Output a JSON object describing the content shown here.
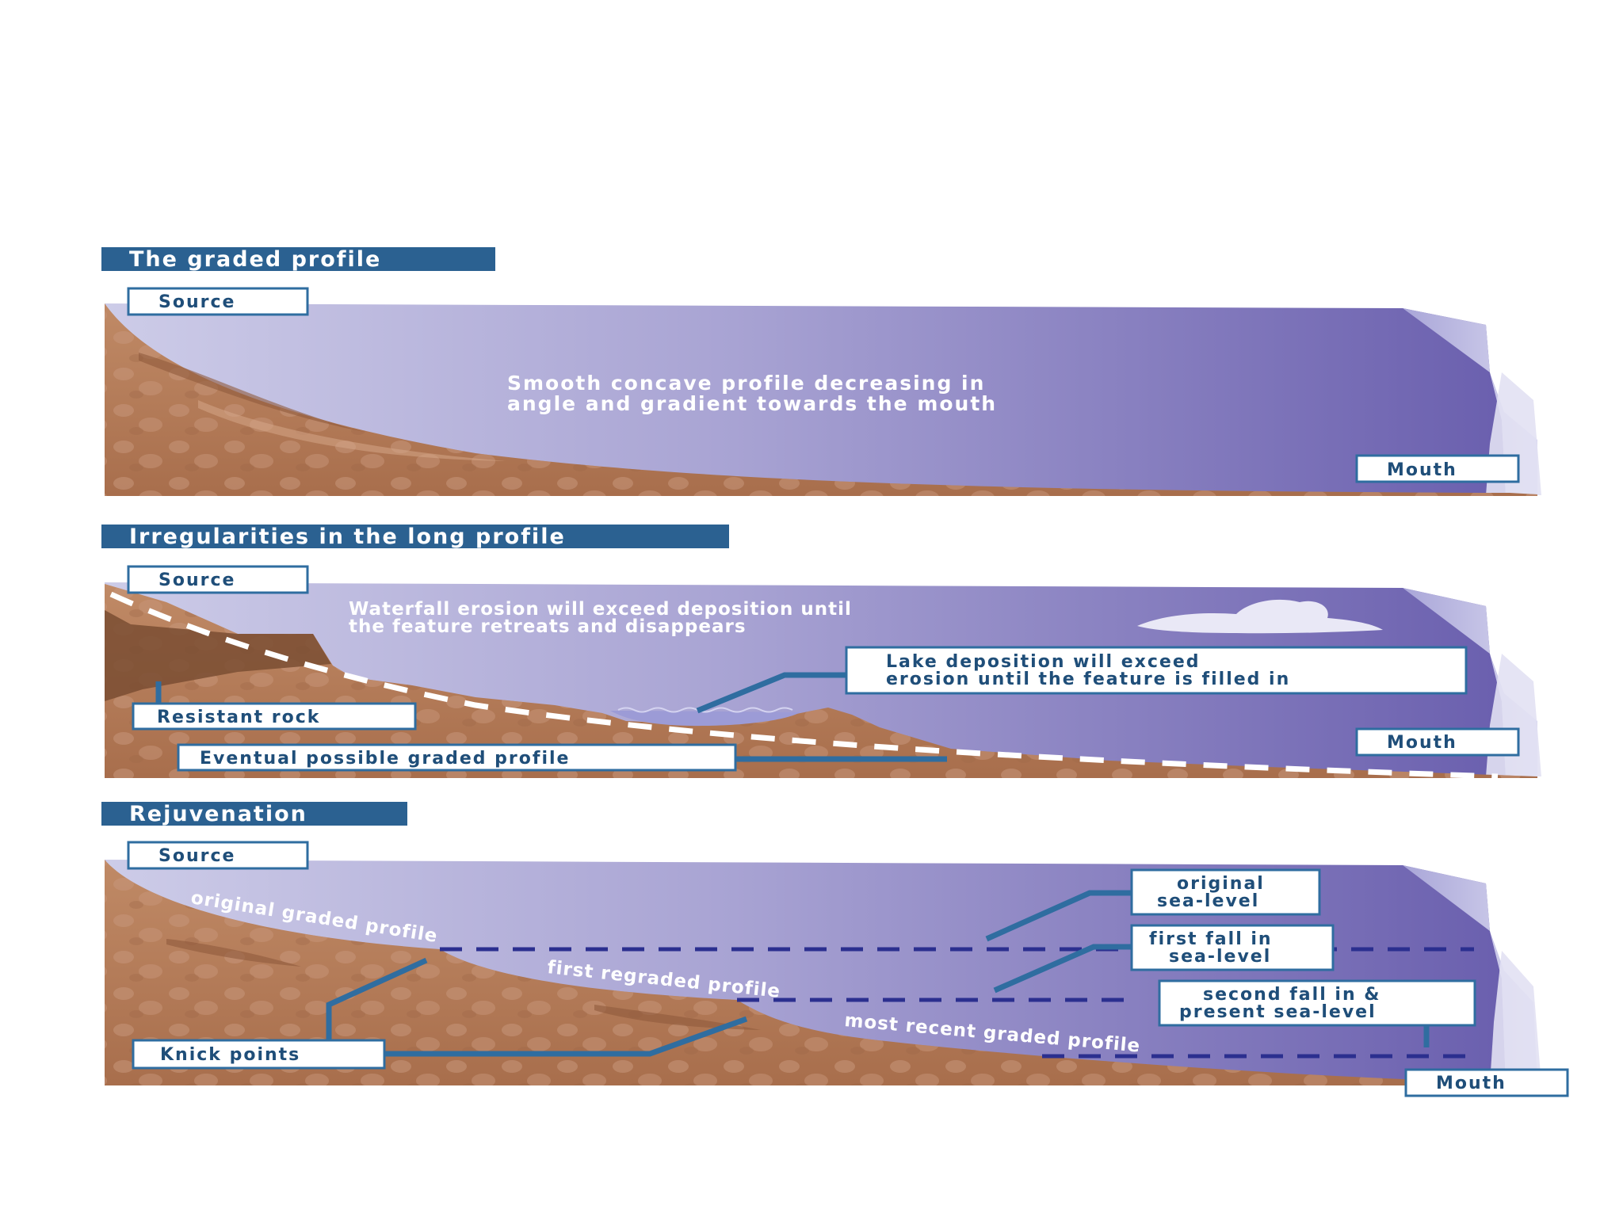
{
  "panels": {
    "graded": {
      "title": "The graded profile",
      "source_label": "Source",
      "mouth_label": "Mouth",
      "description_line1": "Smooth concave profile decreasing in",
      "description_line2": "angle and gradient towards the mouth"
    },
    "irregular": {
      "title": "Irregularities in the long profile",
      "source_label": "Source",
      "mouth_label": "Mouth",
      "waterfall_line1": "Waterfall erosion will exceed deposition until",
      "waterfall_line2": "the feature retreats and disappears",
      "lake_line1": "Lake deposition will exceed",
      "lake_line2": "erosion until the feature is filled in",
      "resistant_rock_label": "Resistant rock",
      "eventual_profile_label": "Eventual possible graded profile"
    },
    "rejuvenation": {
      "title": "Rejuvenation",
      "source_label": "Source",
      "mouth_label": "Mouth",
      "original_profile_label": "original graded profile",
      "first_regraded_label": "first regraded profile",
      "recent_profile_label": "most recent graded profile",
      "original_sea_line1": "original",
      "original_sea_line2": "sea-level",
      "first_fall_line1": "first fall in",
      "first_fall_line2": "sea-level",
      "second_fall_line1": "second fall in &",
      "second_fall_line2": "present sea-level",
      "knick_points_label": "Knick points"
    }
  },
  "colors": {
    "title_bar": "#2b6191",
    "sky_light": "#c9c8e6",
    "sky_dark": "#6a5fae",
    "soil": "#b87f5e",
    "soil_dark": "#8f5a3c",
    "connector": "#2f6da0",
    "sea_level_line": "#2b2f8f"
  }
}
